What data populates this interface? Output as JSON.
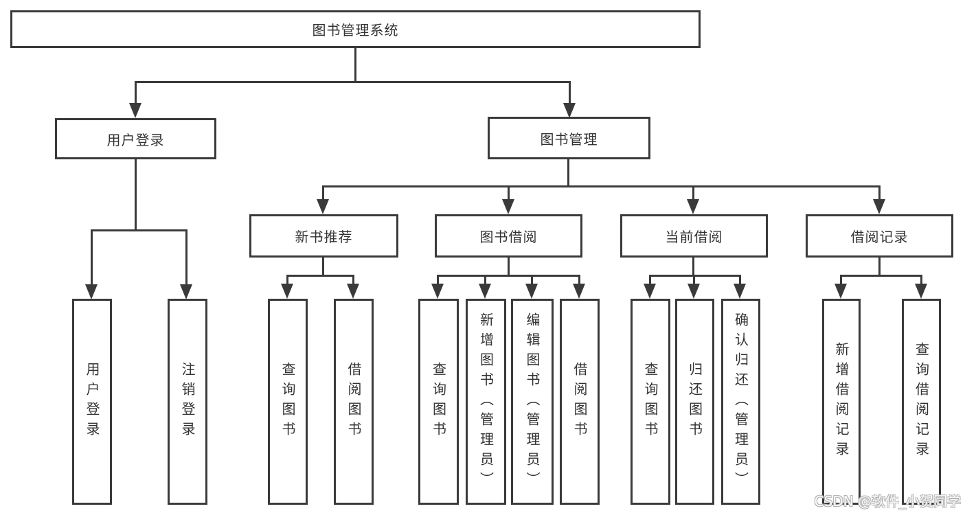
{
  "tree": {
    "root": {
      "label": "图书管理系统"
    },
    "branches": [
      {
        "label": "用户登录",
        "children": [
          {
            "label": "用户登录"
          },
          {
            "label": "注销登录"
          }
        ]
      },
      {
        "label": "图书管理",
        "groups": [
          {
            "label": "新书推荐",
            "children": [
              {
                "label": "查询图书"
              },
              {
                "label": "借阅图书"
              }
            ]
          },
          {
            "label": "图书借阅",
            "children": [
              {
                "label": "查询图书"
              },
              {
                "label": "新增图书（管理员）"
              },
              {
                "label": "编辑图书（管理员）"
              },
              {
                "label": "借阅图书"
              }
            ]
          },
          {
            "label": "当前借阅",
            "children": [
              {
                "label": "查询图书"
              },
              {
                "label": "归还图书"
              },
              {
                "label": "确认归还（管理员）"
              }
            ]
          },
          {
            "label": "借阅记录",
            "children": [
              {
                "label": "新增借阅记录"
              },
              {
                "label": "查询借阅记录"
              }
            ]
          }
        ]
      }
    ]
  },
  "watermark": {
    "text": "CSDN @软件_小贺同学"
  },
  "colors": {
    "line": "#3a3a3a",
    "text": "#333333",
    "background": "#ffffff"
  }
}
